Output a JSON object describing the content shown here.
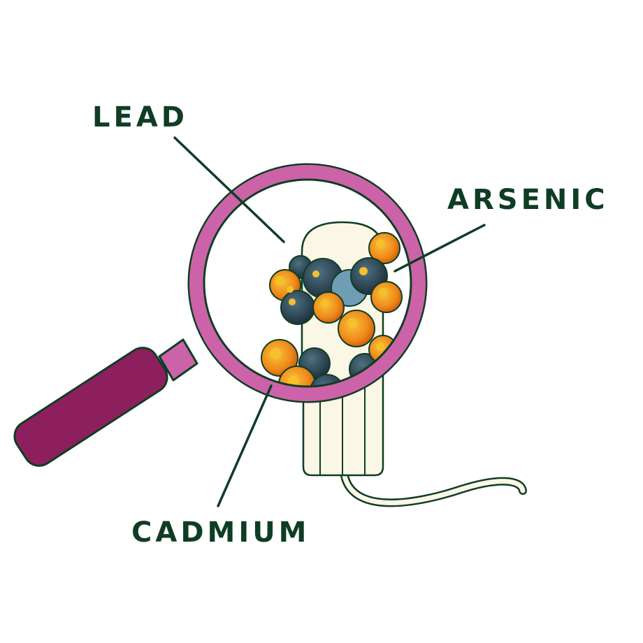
{
  "labels": {
    "lead": "LEAD",
    "arsenic": "ARSENIC",
    "cadmium": "CADMIUM"
  },
  "colors": {
    "text": "#0f3d24",
    "outline": "#0f3d24",
    "lens_ring": "#cc63a8",
    "handle": "#8e1f5e",
    "tampon": "#fbf7e6",
    "particle_orange": "#f08a1c",
    "particle_yellow": "#f6c02b",
    "particle_dark": "#2e4654",
    "particle_blue": "#6f9db3"
  },
  "icons": {
    "magnifier": "magnifying-glass-icon",
    "tampon": "tampon-icon",
    "particles": "metal-particles-icon"
  }
}
